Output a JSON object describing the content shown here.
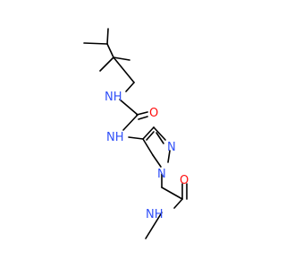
{
  "molecule": {
    "colors": {
      "carbon_bond": "#000000",
      "nitrogen": "#3050F8",
      "oxygen": "#FF0D0D",
      "background": "#FFFFFF"
    },
    "atoms": {
      "nh_urea_upper": "NH",
      "o_urea": "O",
      "nh_urea_lower": "NH",
      "n_pyrazole_1": "N",
      "n_pyrazole_2": "N",
      "o_amide": "O",
      "nh_amide": "NH"
    }
  }
}
